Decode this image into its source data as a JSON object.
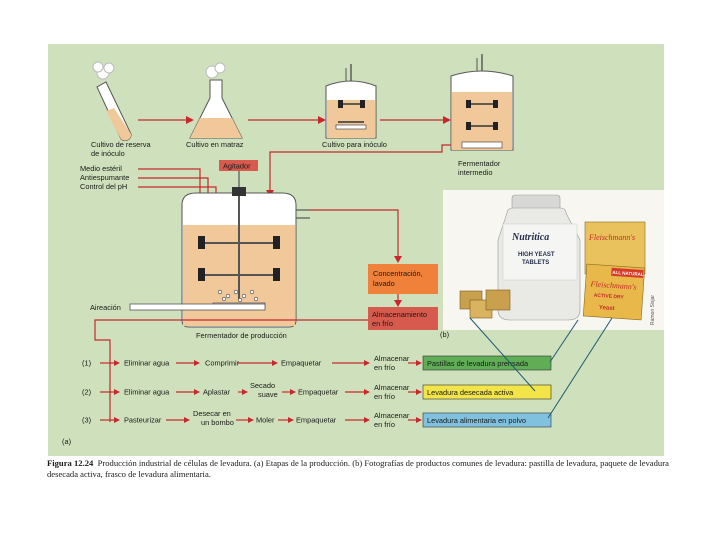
{
  "labels": {
    "stock_culture": [
      "Cultivo de reserva",
      "de inóculo"
    ],
    "flask_culture": "Cultivo en matraz",
    "inoculum_culture": "Cultivo para inóculo",
    "intermediate_fermenter": [
      "Fermentador",
      "intermedio"
    ],
    "agitator": "Agitador",
    "inputs": [
      "Medio estéril",
      "Antiespumante",
      "Control del pH"
    ],
    "aeration": "Aireación",
    "production_fermenter": "Fermentador de producción",
    "concentration": [
      "Concentración,",
      "lavado"
    ],
    "cold_storage": [
      "Almacenamiento",
      "en frío"
    ],
    "panel_b": "(b)",
    "panel_a": "(a)",
    "photo_credit": "Ramon Sisjar"
  },
  "processes": [
    {
      "num": "(1)",
      "steps": [
        "Eliminar agua",
        "Comprimir",
        "Empaquetar"
      ],
      "store": [
        "Almacenar",
        "en frío"
      ],
      "product": "Pastillas de levadura prensada",
      "color": "#5fae55"
    },
    {
      "num": "(2)",
      "steps": [
        "Eliminar agua",
        "Aplastar",
        "Secado suave",
        "Empaquetar"
      ],
      "store": [
        "Almacenar",
        "en frío"
      ],
      "product": "Levadura desecada activa",
      "color": "#f3e447"
    },
    {
      "num": "(3)",
      "steps": [
        "Pasteurizar",
        "Desecar en un bombo",
        "Moler",
        "Empaquetar"
      ],
      "store": [
        "Almacenar",
        "en frío"
      ],
      "product": "Levadura alimentaria en polvo",
      "color": "#7fc1de"
    }
  ],
  "photo": {
    "jar_brand": "Nutritica",
    "jar_text": [
      "HIGH YEAST",
      "TABLETS"
    ],
    "packet_brand": "Fleischmann's",
    "packet_text": "ACTIVE DRY",
    "packet_badge": "ALL NATURAL",
    "packet_sub": "Yeast"
  },
  "caption": {
    "figure": "Figura 12.24",
    "text": "Producción industrial de células de levadura. (a) Etapas de la producción. (b) Fotografías de productos comunes de levadura: pastilla de levadura, paquete de levadura desecada activa, frasco de levadura alimentaria."
  },
  "colors": {
    "panel_bg": "#cfe0bc",
    "vessel_liquid": "#f0c89a",
    "box_orange": "#f0813a",
    "box_red": "#d65a4d",
    "arrow_red": "#c8282d"
  }
}
